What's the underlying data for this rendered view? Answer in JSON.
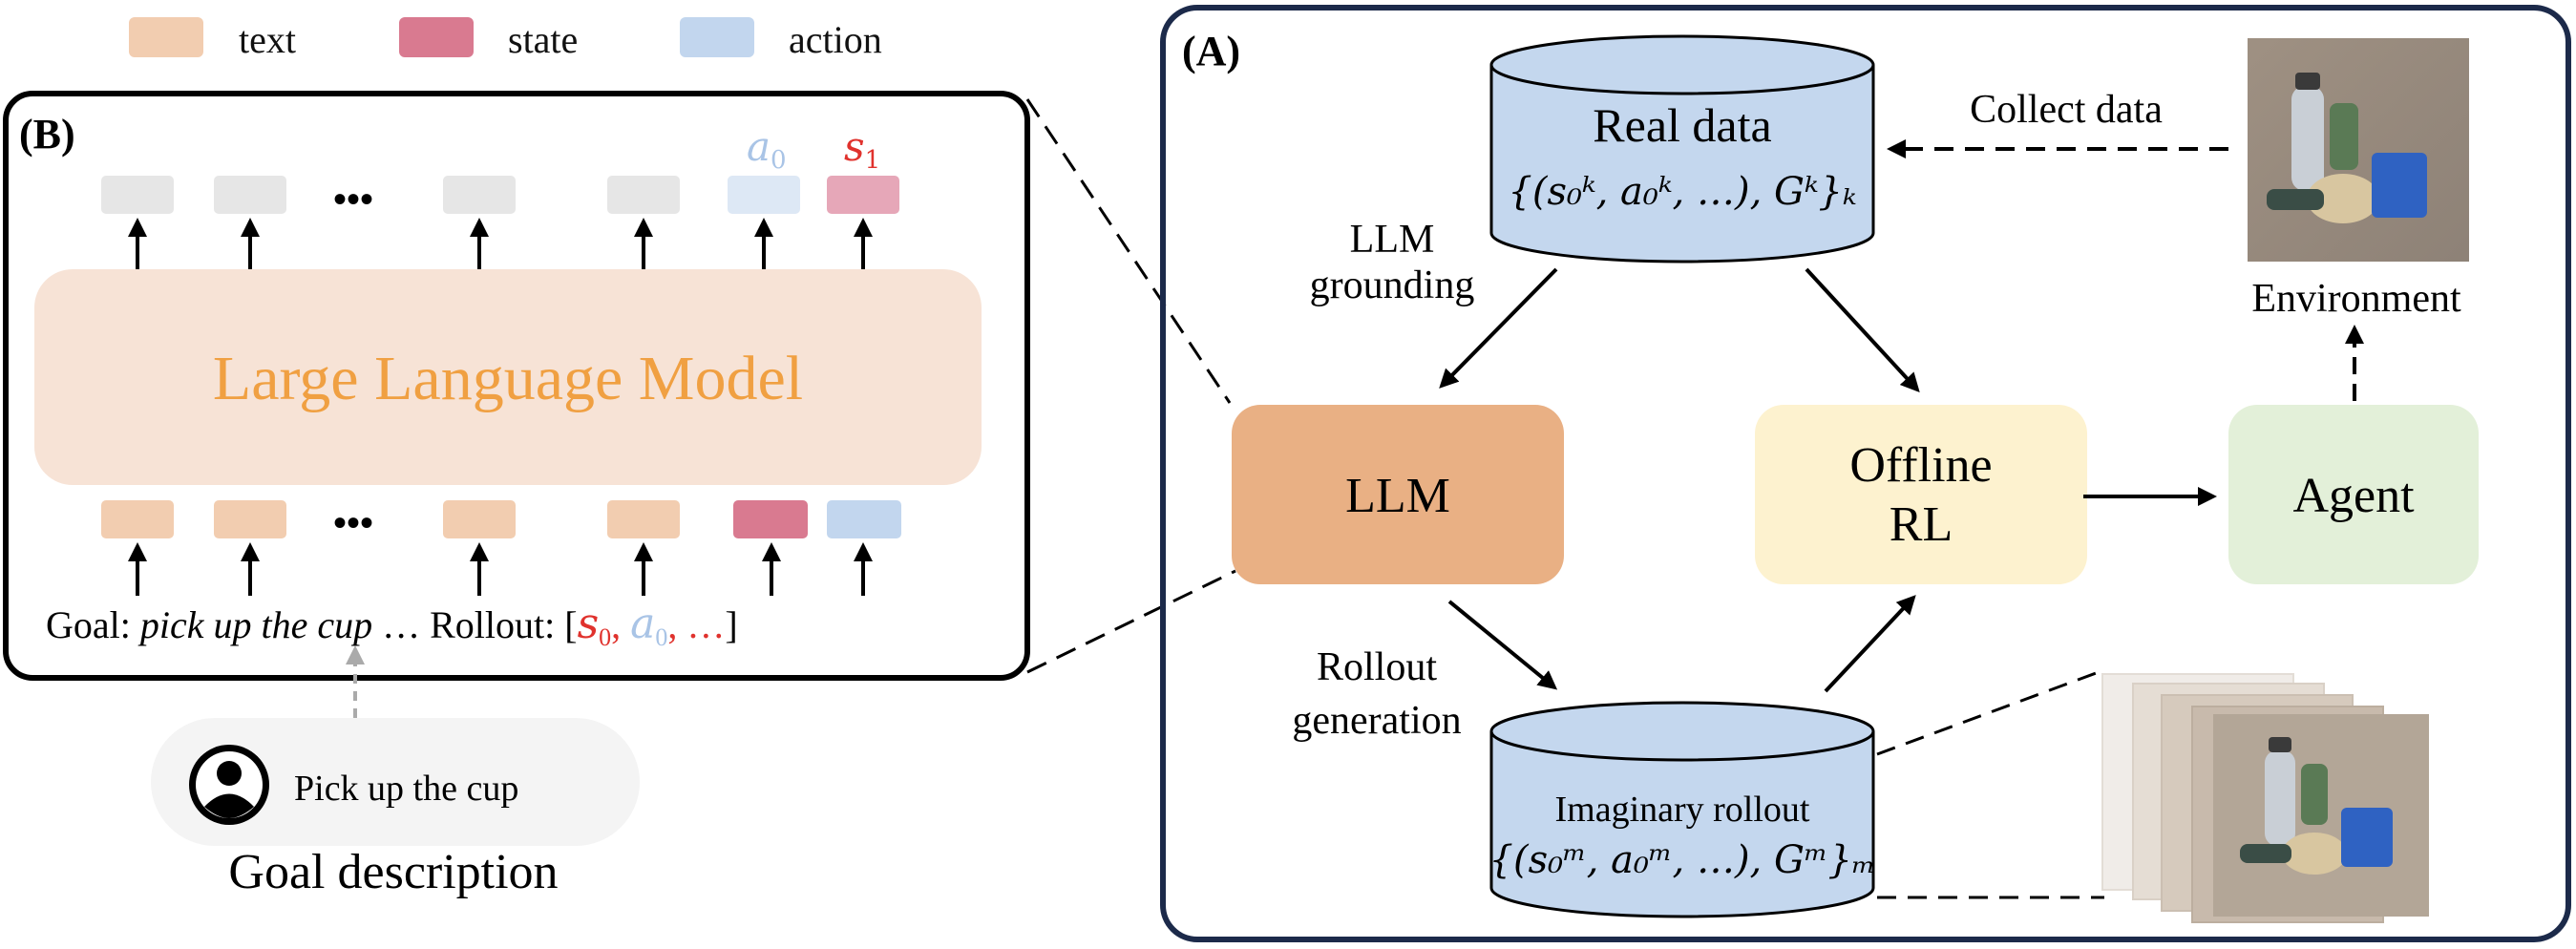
{
  "legend": {
    "text_label": "text",
    "state_label": "state",
    "action_label": "action"
  },
  "panel_b": {
    "label": "(B)",
    "model_label": "Large Language Model",
    "ellipsis": "•••",
    "top_a0": "a",
    "top_a0_sub": "0",
    "top_s1": "s",
    "top_s1_sub": "1",
    "prompt": {
      "goal_prefix": "Goal: ",
      "goal_text": "pick up the cup",
      "middle": " … Rollout: [",
      "s0": "s",
      "s0_sub": "0",
      "comma1": ", ",
      "a0": "a",
      "a0_sub": "0",
      "comma2": ", ",
      "dots": "…",
      "close": "]"
    }
  },
  "goal": {
    "bubble_text": "Pick up the cup",
    "caption": "Goal description"
  },
  "panel_a": {
    "label": "(A)",
    "real_data": {
      "title": "Real data",
      "formula": "{(s₀ᵏ, a₀ᵏ, …), Gᵏ}ₖ"
    },
    "collect_data": "Collect data",
    "environment": "Environment",
    "llm_grounding_line1": "LLM",
    "llm_grounding_line2": "grounding",
    "llm_box": "LLM",
    "offline_rl_line1": "Offline",
    "offline_rl_line2": "RL",
    "agent_box": "Agent",
    "rollout_generation_line1": "Rollout",
    "rollout_generation_line2": "generation",
    "imaginary": {
      "title": "Imaginary rollout",
      "formula": "{(s₀ᵐ, a₀ᵐ, …), Gᵐ}ₘ"
    }
  },
  "colors": {
    "text_token": "#f2cdb0",
    "state_token": "#d97a90",
    "action_token": "#c2d6ee",
    "grey_token": "#e6e6e6",
    "llm_panel": "#f7e3d6",
    "llm_label": "#f0a042",
    "llm_box": "#e9b084",
    "offline_rl_box": "#fdf2cf",
    "agent_box": "#e3f0d9",
    "cylinder": "#c4d7ee",
    "red": "#e0322d",
    "light_blue": "#a9c4e6",
    "frame": "#1c2a4a"
  }
}
